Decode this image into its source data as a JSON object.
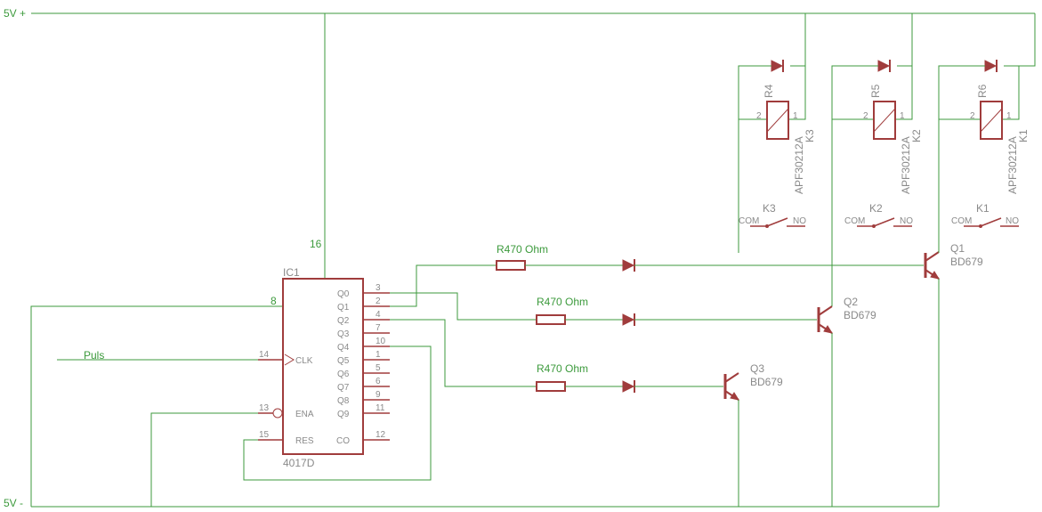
{
  "rails": {
    "vcc": "5V +",
    "gnd": "5V -"
  },
  "ic": {
    "name": "IC1",
    "part": "4017D",
    "pin_vcc": "16",
    "pin_gnd": "8",
    "outputs": [
      {
        "label": "Q0",
        "pin": "3"
      },
      {
        "label": "Q1",
        "pin": "2"
      },
      {
        "label": "Q2",
        "pin": "4"
      },
      {
        "label": "Q3",
        "pin": "7"
      },
      {
        "label": "Q4",
        "pin": "10"
      },
      {
        "label": "Q5",
        "pin": "1"
      },
      {
        "label": "Q6",
        "pin": "5"
      },
      {
        "label": "Q7",
        "pin": "6"
      },
      {
        "label": "Q8",
        "pin": "9"
      },
      {
        "label": "Q9",
        "pin": "11"
      }
    ],
    "clk": {
      "label": "CLK",
      "pin": "14"
    },
    "ena": {
      "label": "ENA",
      "pin": "13"
    },
    "res": {
      "label": "RES",
      "pin": "15"
    },
    "co": {
      "label": "CO",
      "pin": "12"
    }
  },
  "pulse_label": "Puls",
  "resistors": [
    "R470 Ohm",
    "R470 Ohm",
    "R470 Ohm"
  ],
  "transistors": [
    {
      "name": "Q1",
      "value": "BD679"
    },
    {
      "name": "Q2",
      "value": "BD679"
    },
    {
      "name": "Q3",
      "value": "BD679"
    }
  ],
  "relays": [
    {
      "resistor": "R4",
      "name": "K3",
      "part": "APF30212A",
      "pin_left": "2",
      "pin_right": "1"
    },
    {
      "resistor": "R5",
      "name": "K2",
      "part": "APF30212A",
      "pin_left": "2",
      "pin_right": "1"
    },
    {
      "resistor": "R6",
      "name": "K1",
      "part": "APF30212A",
      "pin_left": "2",
      "pin_right": "1"
    }
  ],
  "contacts": [
    {
      "name": "K3",
      "com": "COM",
      "no": "NO"
    },
    {
      "name": "K2",
      "com": "COM",
      "no": "NO"
    },
    {
      "name": "K1",
      "com": "COM",
      "no": "NO"
    }
  ]
}
